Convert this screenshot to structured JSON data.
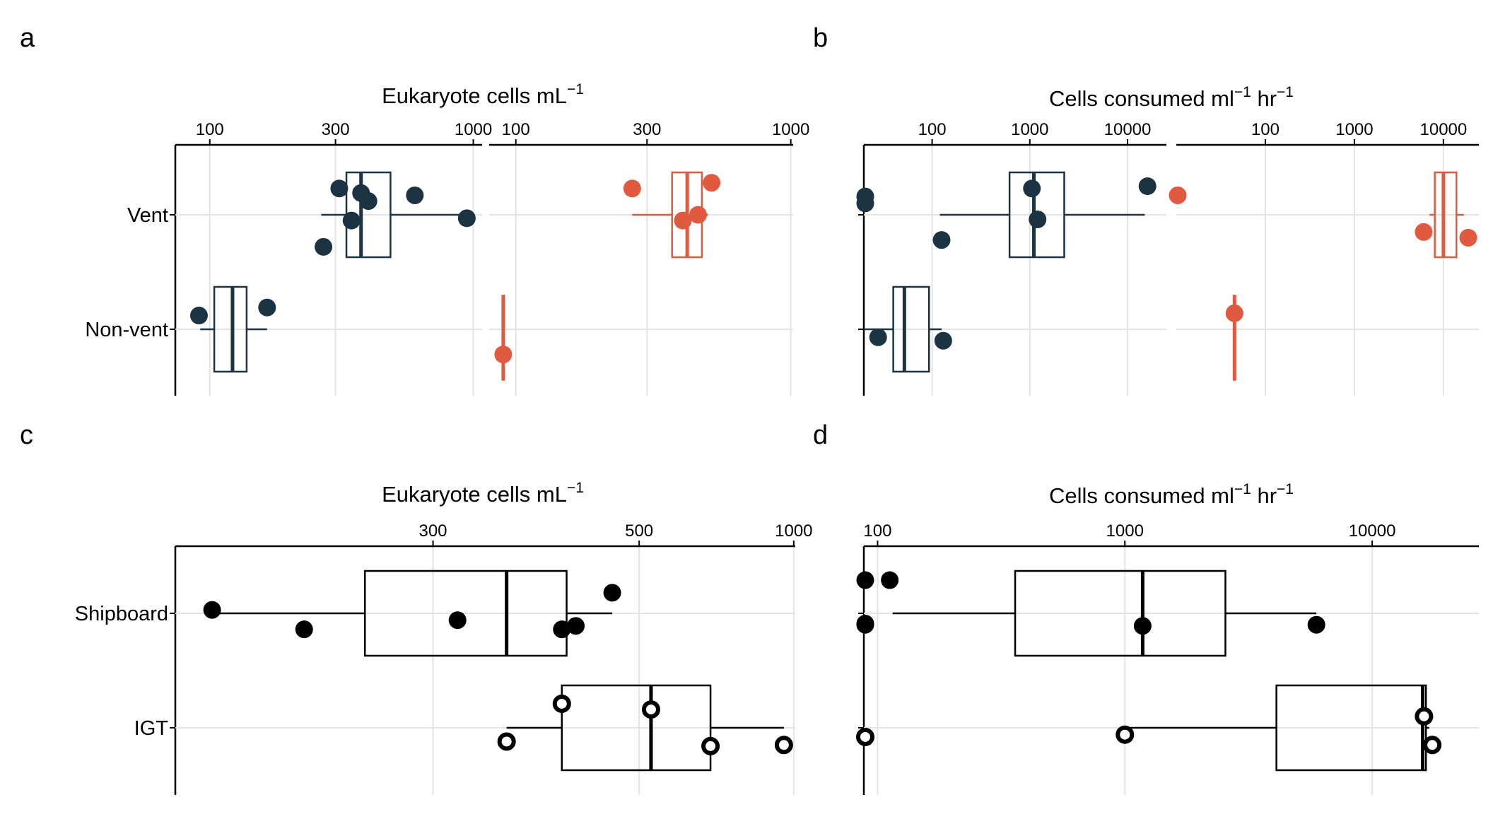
{
  "colors": {
    "vent_dark": "#1c3344",
    "orange": "#e05a3f",
    "black": "#000000"
  },
  "chart_data": [
    {
      "panel": "a",
      "type": "box",
      "xlabel": "Eukaryote cells  mL",
      "xlabel_sup": "−1",
      "x_scale": "log",
      "categories": [
        "Vent",
        "Non-vent"
      ],
      "facets": [
        {
          "xlim": [
            74,
            1080
          ],
          "ticks": [
            100,
            300,
            1000
          ],
          "tick_labels": [
            "100",
            "300",
            "1000"
          ],
          "color": "#1c3344",
          "series": [
            {
              "category": "Vent",
              "box": {
                "q1": 330,
                "median": 375,
                "q3": 485,
                "whisker_low": 265,
                "whisker_high": 945
              },
              "points": [
                {
                  "x": 310,
                  "dy": -0.23
                },
                {
                  "x": 375,
                  "dy": -0.19
                },
                {
                  "x": 400,
                  "dy": -0.12
                },
                {
                  "x": 600,
                  "dy": -0.17
                },
                {
                  "x": 945,
                  "dy": 0.03
                },
                {
                  "x": 345,
                  "dy": 0.05
                },
                {
                  "x": 270,
                  "dy": 0.28
                }
              ]
            },
            {
              "category": "Non-vent",
              "box": {
                "q1": 104,
                "median": 122,
                "q3": 138,
                "whisker_low": 92,
                "whisker_high": 165
              },
              "points": [
                {
                  "x": 91,
                  "dy": -0.12
                },
                {
                  "x": 165,
                  "dy": -0.19
                }
              ]
            }
          ]
        },
        {
          "xlim": [
            80,
            1020
          ],
          "ticks": [
            100,
            300,
            1000
          ],
          "tick_labels": [
            "100",
            "300",
            "1000"
          ],
          "color": "#e05a3f",
          "series": [
            {
              "category": "Vent",
              "box": {
                "q1": 370,
                "median": 420,
                "q3": 475,
                "whisker_low": 265,
                "whisker_high": 500
              },
              "points": [
                {
                  "x": 265,
                  "dy": -0.23
                },
                {
                  "x": 515,
                  "dy": -0.28
                },
                {
                  "x": 405,
                  "dy": 0.05
                },
                {
                  "x": 460,
                  "dy": 0.0
                }
              ]
            },
            {
              "category": "Non-vent",
              "box": {
                "q1": 90,
                "median": 90,
                "q3": 90,
                "whisker_low": 90,
                "whisker_high": 90,
                "vertical_extent": 0.75
              },
              "points": [
                {
                  "x": 90,
                  "dy": 0.22
                }
              ]
            }
          ]
        }
      ]
    },
    {
      "panel": "b",
      "type": "box",
      "xlabel": "Cells consumed  ml",
      "xlabel_sup": "−1",
      "xlabel_mid": " hr",
      "xlabel_sup2": "−1",
      "x_scale": "log",
      "categories": [
        "Vent",
        "Non-vent"
      ],
      "facets": [
        {
          "xlim": [
            20,
            25000
          ],
          "ticks": [
            100,
            1000,
            10000
          ],
          "tick_labels": [
            "100",
            "1000",
            "10000"
          ],
          "color": "#1c3344",
          "series": [
            {
              "category": "Vent",
              "box": {
                "q1": 620,
                "median": 1100,
                "q3": 2250,
                "whisker_low": 120,
                "whisker_high": 15000
              },
              "points": [
                {
                  "x": 20,
                  "dy": -0.16
                },
                {
                  "x": 20,
                  "dy": -0.1
                },
                {
                  "x": 1050,
                  "dy": -0.23
                },
                {
                  "x": 16000,
                  "dy": -0.25
                },
                {
                  "x": 1200,
                  "dy": 0.04
                },
                {
                  "x": 125,
                  "dy": 0.22
                }
              ]
            },
            {
              "category": "Non-vent",
              "box": {
                "q1": 40,
                "median": 52,
                "q3": 93,
                "whisker_low": 20,
                "whisker_high": 125
              },
              "points": [
                {
                  "x": 28,
                  "dy": 0.07
                },
                {
                  "x": 130,
                  "dy": 0.1
                }
              ]
            }
          ]
        },
        {
          "xlim": [
            10,
            25000
          ],
          "ticks": [
            100,
            1000,
            10000
          ],
          "tick_labels": [
            "100",
            "1000",
            "10000"
          ],
          "color": "#e05a3f",
          "series": [
            {
              "category": "Vent",
              "box": {
                "q1": 8000,
                "median": 10000,
                "q3": 14000,
                "whisker_low": 7000,
                "whisker_high": 17000
              },
              "points": [
                {
                  "x": 10,
                  "dy": -0.17
                },
                {
                  "x": 6000,
                  "dy": 0.15
                },
                {
                  "x": 19000,
                  "dy": 0.2
                }
              ]
            },
            {
              "category": "Non-vent",
              "box": {
                "q1": 45,
                "median": 45,
                "q3": 45,
                "whisker_low": 45,
                "whisker_high": 45,
                "vertical_extent": 0.75
              },
              "points": [
                {
                  "x": 45,
                  "dy": -0.14
                }
              ]
            }
          ]
        }
      ]
    },
    {
      "panel": "c",
      "type": "box",
      "xlabel": "Eukaryote cells  mL",
      "xlabel_sup": "−1",
      "x_scale": "reciprocal",
      "categories": [
        "Shipboard",
        "IGT"
      ],
      "facets": [
        {
          "xlim": [
            200,
            1010
          ],
          "ticks": [
            300,
            500,
            1000
          ],
          "tick_labels": [
            "300",
            "500",
            "1000"
          ],
          "color": "#000000",
          "series": [
            {
              "category": "Shipboard",
              "box": {
                "q1": 265,
                "median": 350,
                "q3": 405,
                "whisker_low": 210,
                "whisker_high": 460
              },
              "points": [
                {
                  "x": 210,
                  "dy": -0.03
                },
                {
                  "x": 240,
                  "dy": 0.14
                },
                {
                  "x": 315,
                  "dy": 0.06
                },
                {
                  "x": 400,
                  "dy": 0.14
                },
                {
                  "x": 415,
                  "dy": 0.11
                },
                {
                  "x": 460,
                  "dy": -0.18
                }
              ],
              "hollow": false
            },
            {
              "category": "IGT",
              "box": {
                "q1": 400,
                "median": 520,
                "q3": 650,
                "whisker_low": 350,
                "whisker_high": 940
              },
              "points": [
                {
                  "x": 400,
                  "dy": -0.21
                },
                {
                  "x": 520,
                  "dy": -0.16
                },
                {
                  "x": 350,
                  "dy": 0.12
                },
                {
                  "x": 650,
                  "dy": 0.16
                },
                {
                  "x": 940,
                  "dy": 0.15
                }
              ],
              "hollow": true
            }
          ]
        }
      ]
    },
    {
      "panel": "d",
      "type": "box",
      "xlabel": "Cells consumed  ml",
      "xlabel_sup": "−1",
      "xlabel_mid": " hr",
      "xlabel_sup2": "−1",
      "x_scale": "log",
      "categories": [
        "Shipboard",
        "IGT"
      ],
      "facets": [
        {
          "xlim": [
            88,
            27000
          ],
          "ticks": [
            100,
            1000,
            10000
          ],
          "tick_labels": [
            "100",
            "1000",
            "10000"
          ],
          "color": "#000000",
          "series": [
            {
              "category": "Shipboard",
              "box": {
                "q1": 360,
                "median": 1180,
                "q3": 2550,
                "whisker_low": 115,
                "whisker_high": 5950
              },
              "points": [
                {
                  "x": 88,
                  "dy": -0.29
                },
                {
                  "x": 112,
                  "dy": -0.29
                },
                {
                  "x": 88,
                  "dy": 0.09
                },
                {
                  "x": 88,
                  "dy": 0.1
                },
                {
                  "x": 1180,
                  "dy": 0.11
                },
                {
                  "x": 5950,
                  "dy": 0.1
                }
              ],
              "hollow": false
            },
            {
              "category": "IGT",
              "box": {
                "q1": 4100,
                "median": 16000,
                "q3": 16500,
                "whisker_low": 1050,
                "whisker_high": 17000
              },
              "points": [
                {
                  "x": 88,
                  "dy": 0.08
                },
                {
                  "x": 1000,
                  "dy": 0.06
                },
                {
                  "x": 16200,
                  "dy": -0.1
                },
                {
                  "x": 17500,
                  "dy": 0.15
                }
              ],
              "hollow": true
            }
          ]
        }
      ]
    }
  ]
}
